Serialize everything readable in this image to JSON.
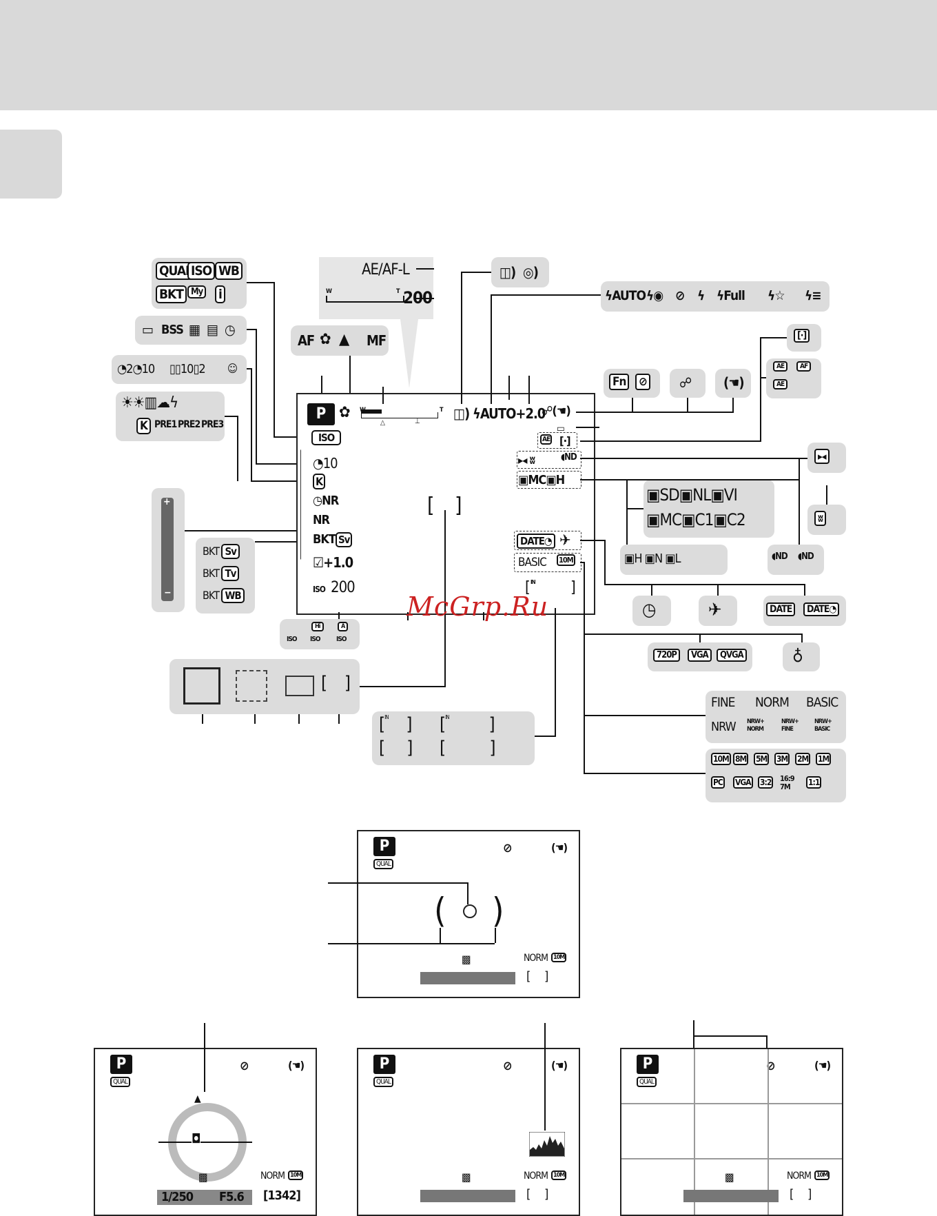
{
  "main_screen": {
    "mode": "P",
    "iso_icon": "ISO",
    "zoom_wide": "W",
    "zoom_tele": "T",
    "self_timer": "10",
    "noise_reduction_timer": "NR",
    "noise_reduction": "NR",
    "bracketing": "BKT",
    "bracketing_mode": "Sv",
    "exposure_comp": "+1.0",
    "iso_label": "ISO",
    "iso_value": "200",
    "flash": "AUTO",
    "flash_comp": "+2.0",
    "date_label": "DATE",
    "quality": "BASIC",
    "size": "10M",
    "memory_bracket_left": "[",
    "memory_bracket_right": "]",
    "memory_in": "IN"
  },
  "callouts": {
    "ae_af_lock": "AE/AF-L",
    "zoom_value": "200",
    "zoom_w": "W",
    "zoom_t": "T",
    "top_left_row1": [
      "QUAL",
      "ISO",
      "WB"
    ],
    "top_left_row2": [
      "BKT",
      "My",
      "i"
    ],
    "continuous": [
      "BSS"
    ],
    "self_timers": [
      "2",
      "10",
      "10",
      "2"
    ],
    "white_balance_row2": [
      "K",
      "PRE1",
      "PRE2",
      "PRE3"
    ],
    "focus_modes": [
      "AF",
      "MF"
    ],
    "flash_modes": [
      "AUTO",
      "Full"
    ],
    "fn_label": "Fn",
    "bkt_modes": [
      {
        "bkt": "BKT",
        "mode": "Sv"
      },
      {
        "bkt": "BKT",
        "mode": "Tv"
      },
      {
        "bkt": "BKT",
        "mode": "WB"
      }
    ],
    "iso_variants": [
      "ISO",
      "ISO",
      "ISO"
    ],
    "iso_hi": "Hi",
    "iso_a": "A",
    "ae_labels": [
      "AE",
      "AF",
      "AE"
    ],
    "picture_styles_row1": [
      "SD",
      "NL",
      "VI"
    ],
    "picture_styles_row2": [
      "MC",
      "C1",
      "C2"
    ],
    "picture_style_screen": "MC",
    "dlighting": [
      "H",
      "N",
      "L"
    ],
    "nd_labels": [
      "ND",
      "ND"
    ],
    "date_options": [
      "DATE",
      "DATE"
    ],
    "movie_sizes": [
      "720P",
      "VGA",
      "QVGA"
    ],
    "quality_row1": [
      "FINE",
      "NORM",
      "BASIC"
    ],
    "quality_row2": [
      "NRW",
      "NRW+ NORM",
      "NRW+ FINE",
      "NRW+ BASIC"
    ],
    "sizes_row1": [
      "10M",
      "8M",
      "5M",
      "3M",
      "2M",
      "1M"
    ],
    "sizes_row2": [
      "PC",
      "VGA",
      "3:2",
      "16:9 7M",
      "1:1"
    ],
    "memory_in": [
      "IN",
      "IN"
    ]
  },
  "lower_screens": {
    "mode": "P",
    "qual": "QUAL",
    "norm": "NORM",
    "size": "10M",
    "shutter": "1/250",
    "aperture": "F5.6",
    "frames": "1342"
  },
  "watermark": "McGrp.Ru"
}
